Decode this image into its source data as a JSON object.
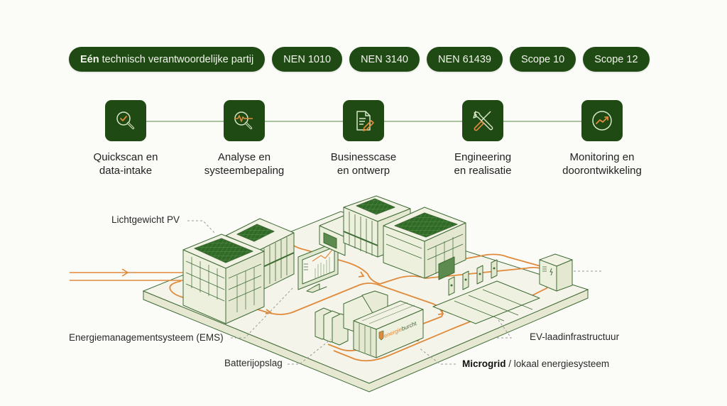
{
  "badges": [
    {
      "bold": "Eén",
      "text": "technisch verantwoordelijke partij"
    },
    {
      "bold": "",
      "text": "NEN 1010"
    },
    {
      "bold": "",
      "text": "NEN 3140"
    },
    {
      "bold": "",
      "text": "NEN 61439"
    },
    {
      "bold": "",
      "text": "Scope 10"
    },
    {
      "bold": "",
      "text": "Scope 12"
    }
  ],
  "steps": [
    {
      "icon": "magnifier-check-icon",
      "line1": "Quickscan en",
      "line2": "data-intake"
    },
    {
      "icon": "magnifier-pulse-icon",
      "line1": "Analyse en",
      "line2": "systeembepaling"
    },
    {
      "icon": "document-pen-icon",
      "line1": "Businesscase",
      "line2": "en ontwerp"
    },
    {
      "icon": "wrench-screwdriver-icon",
      "line1": "Engineering",
      "line2": "en realisatie"
    },
    {
      "icon": "trend-up-icon",
      "line1": "Monitoring en",
      "line2": "doorontwikkeling"
    }
  ],
  "callouts": {
    "pv": "Lichtgewicht PV",
    "ems": "Energiemanagementsysteem (EMS)",
    "battery": "Batterijopslag",
    "ev": "EV-laadinfrastructuur",
    "microgrid_bold": "Microgrid",
    "microgrid_rest": "/ lokaal energiesysteem"
  },
  "container_brand": {
    "part1": "energie",
    "part2": "burcht"
  },
  "colors": {
    "brand_green": "#1f4a14",
    "accent_orange": "#e08a3c",
    "line_green": "#3f6b35",
    "fill_cream": "#eef0e0",
    "connector": "#a9c29d"
  }
}
